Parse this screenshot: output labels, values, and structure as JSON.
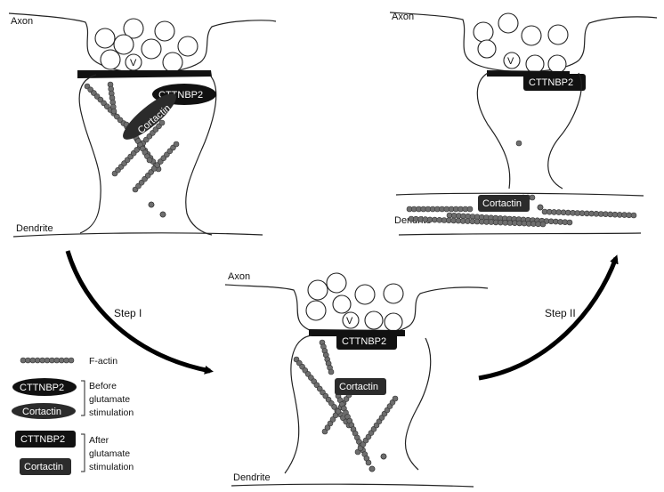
{
  "panels": {
    "before": {
      "axon": "Axon",
      "dendrite": "Dendrite",
      "vesicle": "V",
      "cttnbp2": "CTTNBP2",
      "cortactin": "Cortactin"
    },
    "middle": {
      "axon": "Axon",
      "dendrite": "Dendrite",
      "vesicle": "V",
      "cttnbp2": "CTTNBP2",
      "cortactin": "Cortactin"
    },
    "after": {
      "axon": "Axon",
      "dendrite": "Dendrite",
      "vesicle": "V",
      "cttnbp2": "CTTNBP2",
      "cortactin": "Cortactin"
    }
  },
  "steps": {
    "step1": "Step I",
    "step2": "Step II"
  },
  "legend": {
    "factin": "F-actin",
    "cttnbp2": "CTTNBP2",
    "cortactin": "Cortactin",
    "before_line1": "Before",
    "before_line2": "glutamate",
    "before_line3": "stimulation",
    "after_line1": "After",
    "after_line2": "glutamate",
    "after_line3": "stimulation"
  },
  "colors": {
    "line": "#222222",
    "actin_bead": "#6e6e6e",
    "protein_fill": "#111111",
    "cortactin_fill": "#2b2b2b",
    "arrow": "#000000"
  }
}
